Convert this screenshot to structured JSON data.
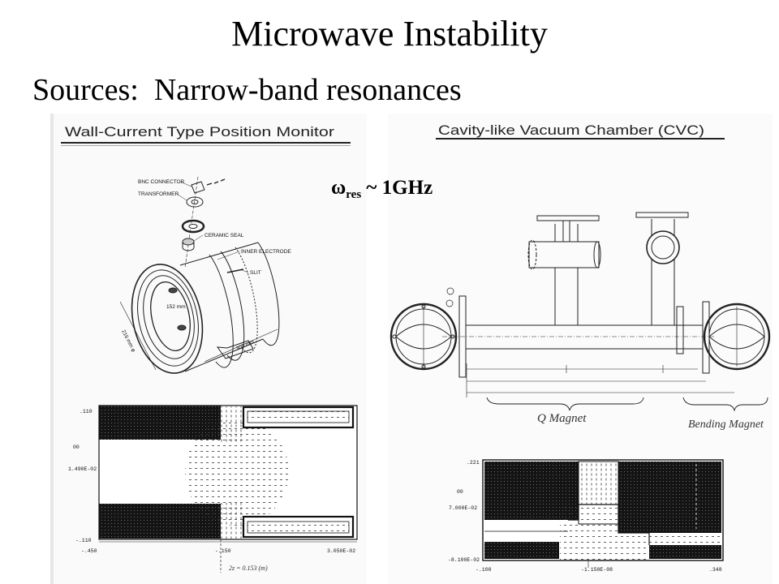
{
  "slide": {
    "title": "Microwave Instability",
    "subtitle": "Sources:  Narrow-band resonances",
    "resonance_symbol": "ω",
    "resonance_subscript": "res",
    "resonance_value": " ~ 1GHz"
  },
  "left_panel": {
    "heading": "Wall-Current Type Position Monitor",
    "labels": {
      "bnc_connector": "BNC CONNECTOR",
      "transformer": "TRANSFORMER",
      "ceramic_seal": "CERAMIC SEAL",
      "inner_electrode": "INNER ELECTRODE",
      "slit": "SLIT",
      "dim_152": "152 mm",
      "dim_216": "216 mm φ",
      "dim_300": "300 mm"
    },
    "field_plot": {
      "y_labels": [
        ".110",
        "00",
        "1.490E-02",
        "-.110"
      ],
      "x_labels": [
        "-.450",
        "-.150",
        "3.050E-02"
      ],
      "note": "2z = 0.153 (m)"
    }
  },
  "right_panel": {
    "heading": "Cavity-like Vacuum Chamber (CVC)",
    "q_magnet": "Q Magnet",
    "bending_magnet": "Bending Magnet",
    "field_plot": {
      "y_labels": [
        ".221",
        "00",
        "7.000E-02",
        "-8.100E-02"
      ],
      "x_labels": [
        "-.100",
        "-1.150E-08",
        ".348"
      ]
    }
  }
}
